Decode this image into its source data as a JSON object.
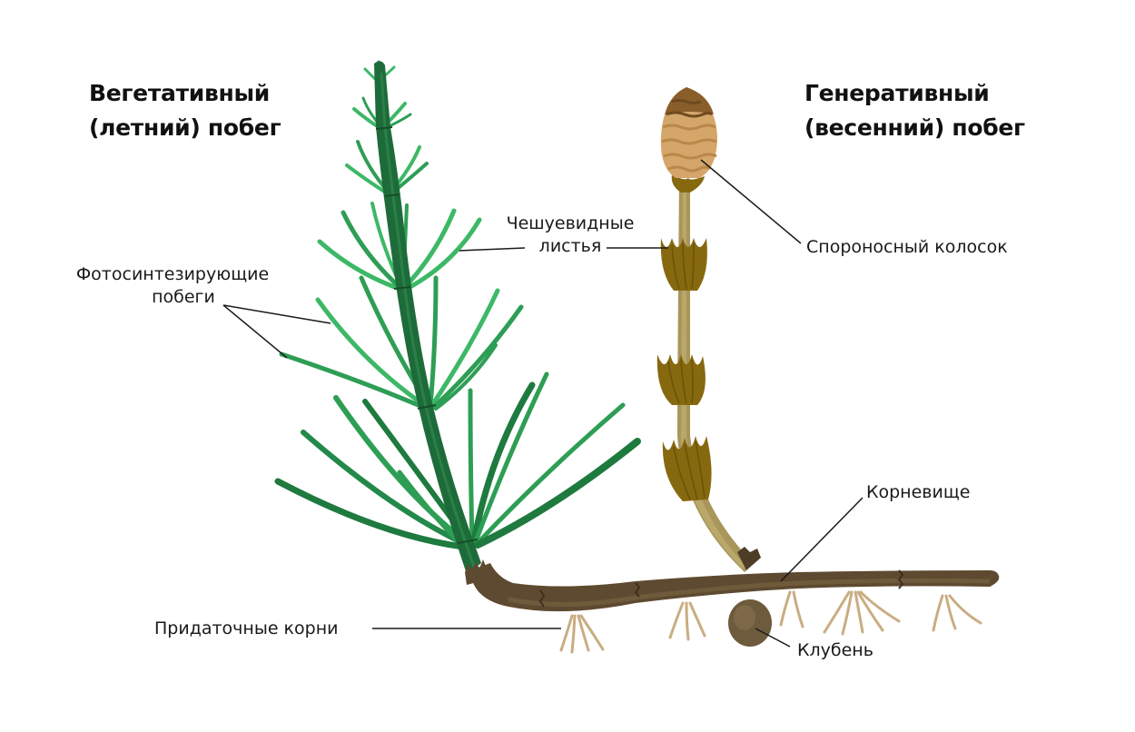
{
  "diagram": {
    "subject": "horsetail plant structure",
    "titles": {
      "vegetative": {
        "line1": "Вегетативный",
        "line2": "(летний) побег"
      },
      "generative": {
        "line1": "Генеративный",
        "line2": "(весенний) побег"
      }
    },
    "labels": {
      "photosynthetic_shoots": {
        "line1": "Фотосинтезирующие",
        "line2": "побеги"
      },
      "scale_leaves": {
        "line1": "Чешуевидные",
        "line2": "листья"
      },
      "spore_spike": "Спороносный колосок",
      "rhizome": "Корневище",
      "adventitious_roots": "Придаточные корни",
      "tuber": "Клубень"
    },
    "colors": {
      "stem_dark_green": "#1e6b3a",
      "branch_green": "#2e9e55",
      "branch_light_green": "#3db866",
      "rhizome_brown": "#5e4a30",
      "root_tan": "#c9ad82",
      "fertile_stem": "#a8965a",
      "sheath_olive": "#86680f",
      "spike_tan": "#d4a66a",
      "spike_brown": "#8a5e2a",
      "leader_line": "#1a1a1a"
    }
  }
}
